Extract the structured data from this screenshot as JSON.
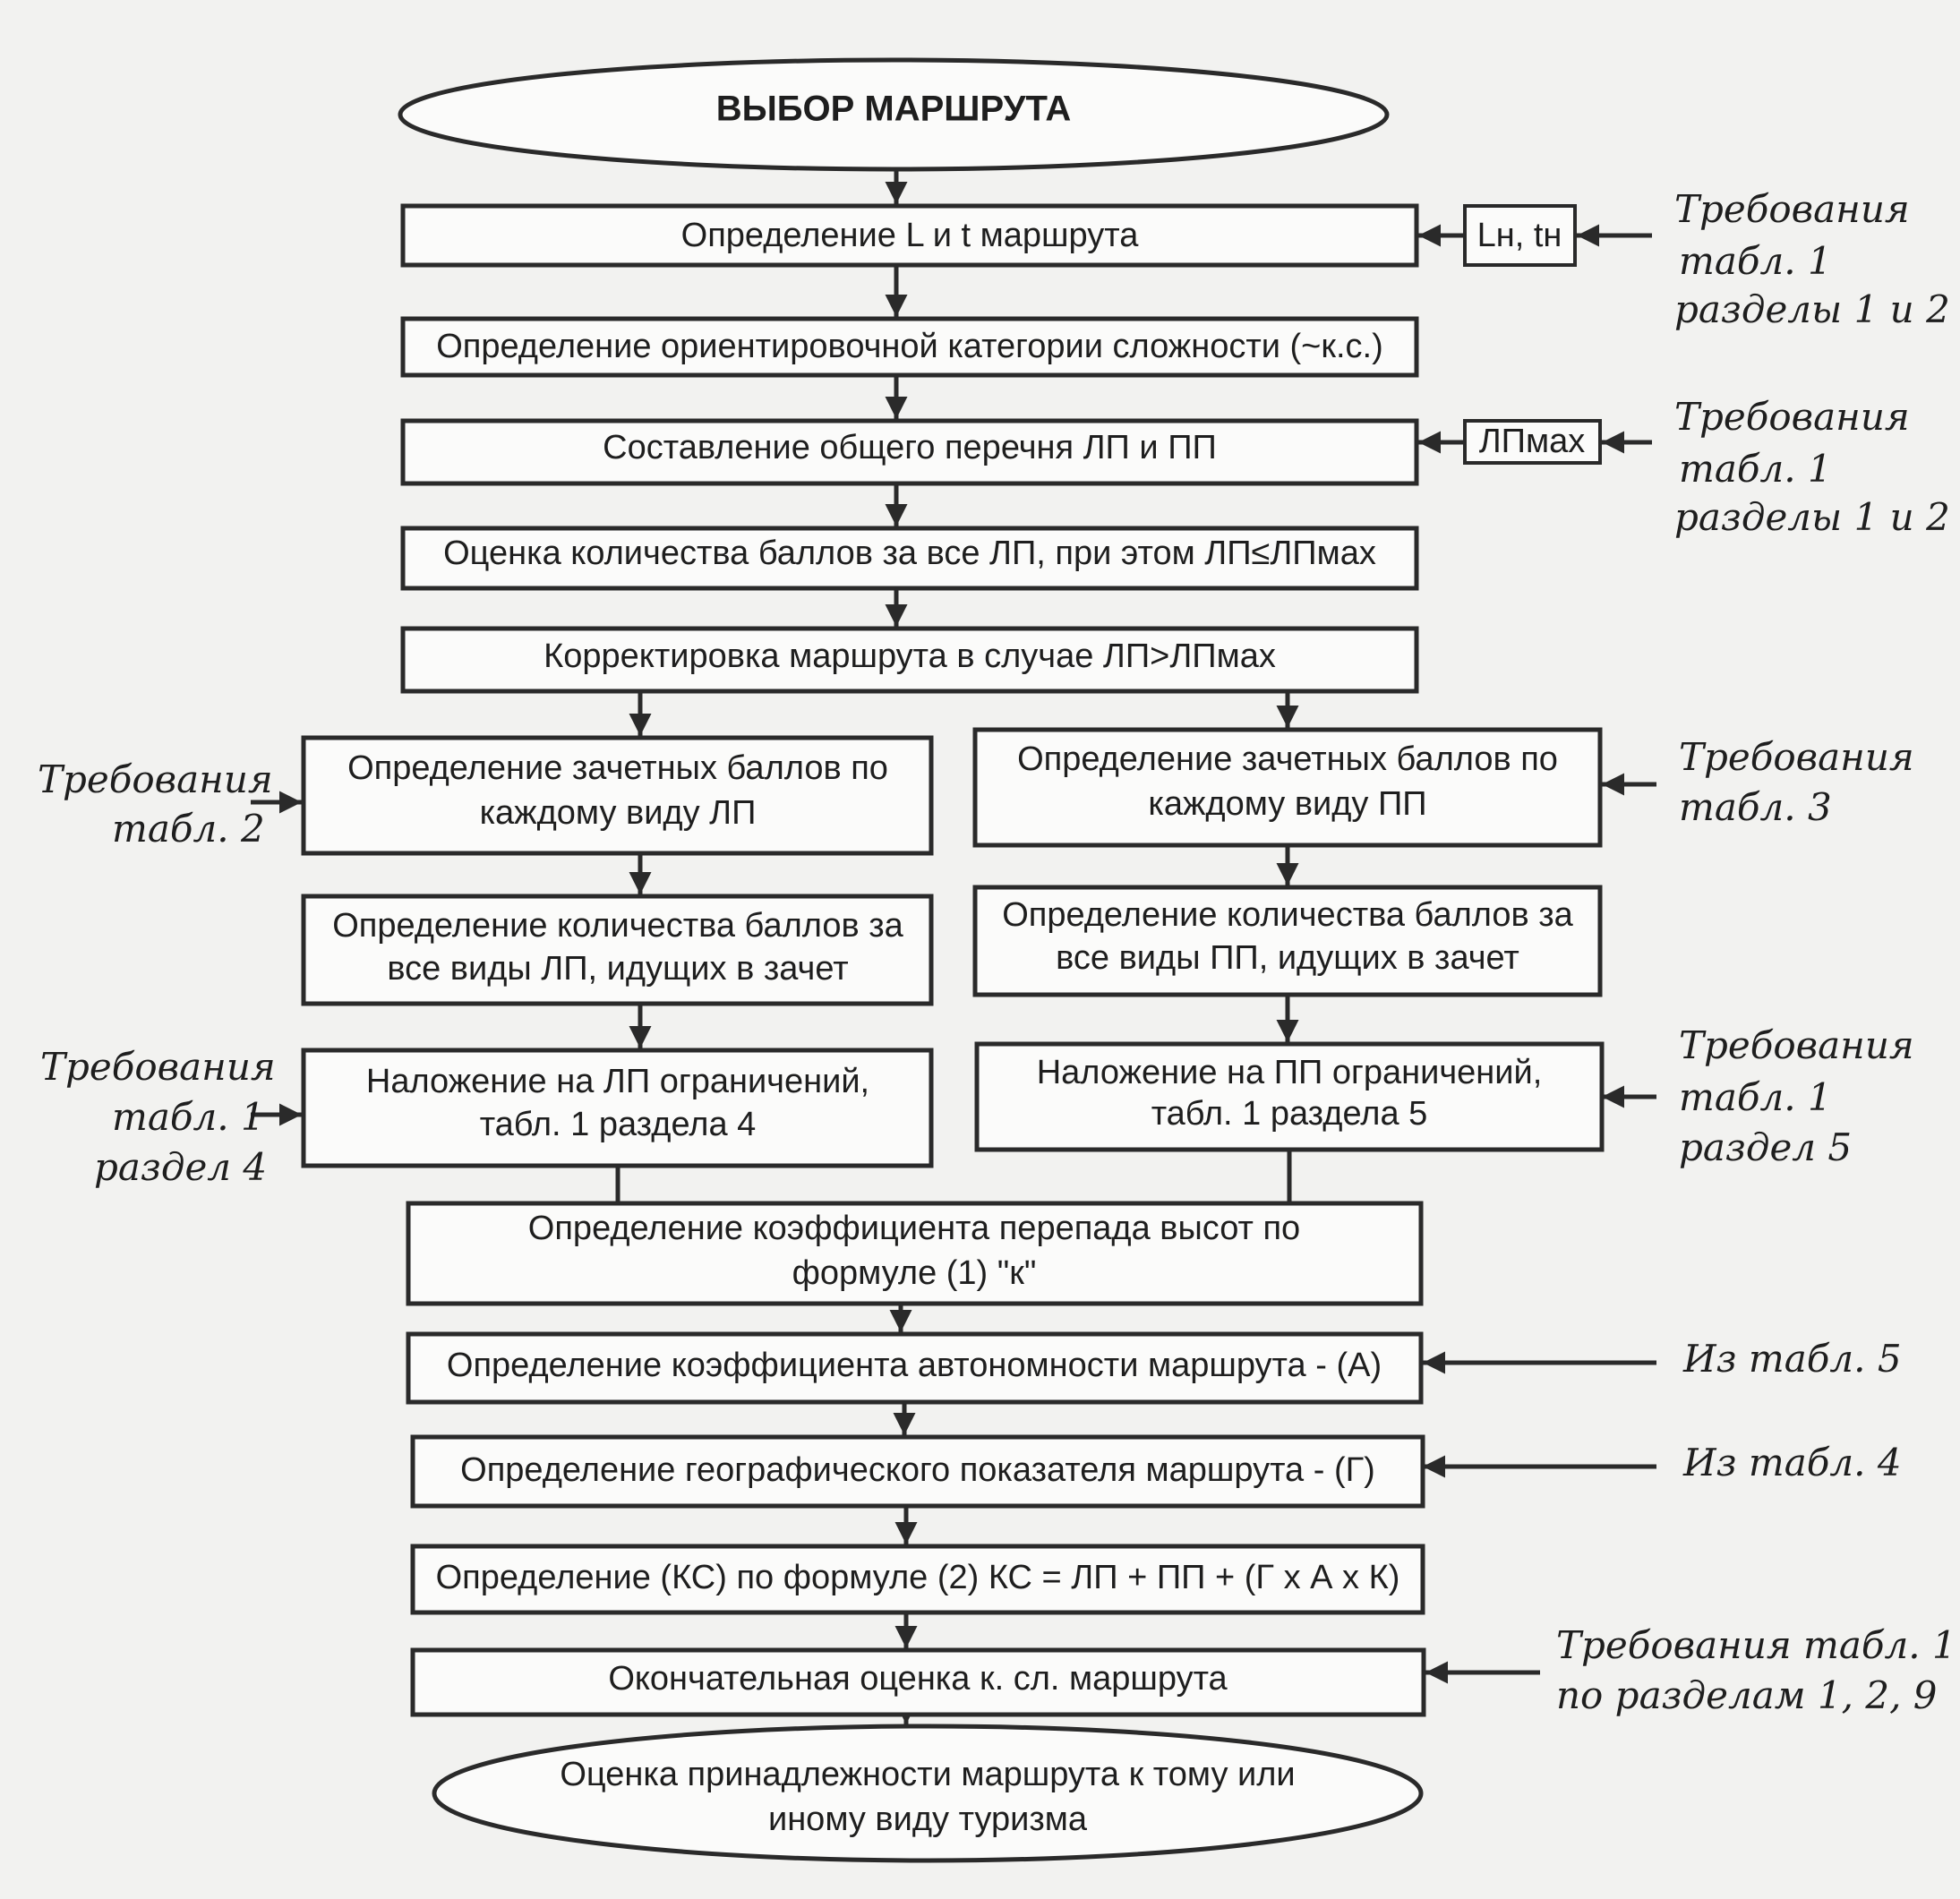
{
  "start": "ВЫБОР МАРШРУТА",
  "steps": {
    "s1": "Определение L и t маршрута",
    "s2": "Определение ориентировочной категории сложности (~к.с.)",
    "s3": "Составление общего перечня ЛП и ПП",
    "s4": "Оценка количества баллов за все ЛП, при этом ЛП≤ЛПмах",
    "s5": "Корректировка маршрута в случае ЛП>ЛПмах",
    "l6a": "Определение зачетных баллов по",
    "l6b": "каждому виду ЛП",
    "r6a": "Определение зачетных баллов по",
    "r6b": "каждому виду ПП",
    "l7a": "Определение количества баллов за",
    "l7b": "все виды ЛП, идущих в зачет",
    "r7a": "Определение количества баллов за",
    "r7b": "все виды ПП, идущих в зачет",
    "l8a": "Наложение на ЛП ограничений,",
    "l8b": "табл. 1 раздела 4",
    "r8a": "Наложение на ПП ограничений,",
    "r8b": "табл. 1 раздела 5",
    "s9a": "Определение коэффициента перепада высот по",
    "s9b": "формуле (1) \"к\"",
    "s10": "Определение коэффициента автономности маршрута - (А)",
    "s11": "Определение географического показателя маршрута - (Г)",
    "s12": "Определение (КС) по формуле (2) КС = ЛП + ПП + (Г х А х К)",
    "s13": "Окончательная оценка к. сл. маршрута"
  },
  "end": [
    "Оценка принадлежности маршрута к тому или",
    "иному виду туризма"
  ],
  "inputs": {
    "lh_th": "Lн, tн",
    "lp_max": "ЛПмах"
  },
  "labels": {
    "req1": [
      "Требования",
      "табл. 1",
      "разделы 1 и 2"
    ],
    "req2": [
      "Требования",
      "табл. 1",
      "разделы 1 и 2"
    ],
    "req_t2": [
      "Требования",
      "табл. 2"
    ],
    "req_t3": [
      "Требования",
      "табл. 3"
    ],
    "req_r4": [
      "Требования",
      "табл. 1",
      "раздел 4"
    ],
    "req_r5": [
      "Требования",
      "табл. 1",
      "раздел 5"
    ],
    "t5": "Из табл. 5",
    "t4": "Из табл. 4",
    "req_final": [
      "Требования табл. 1",
      "по разделам 1, 2, 9"
    ]
  }
}
